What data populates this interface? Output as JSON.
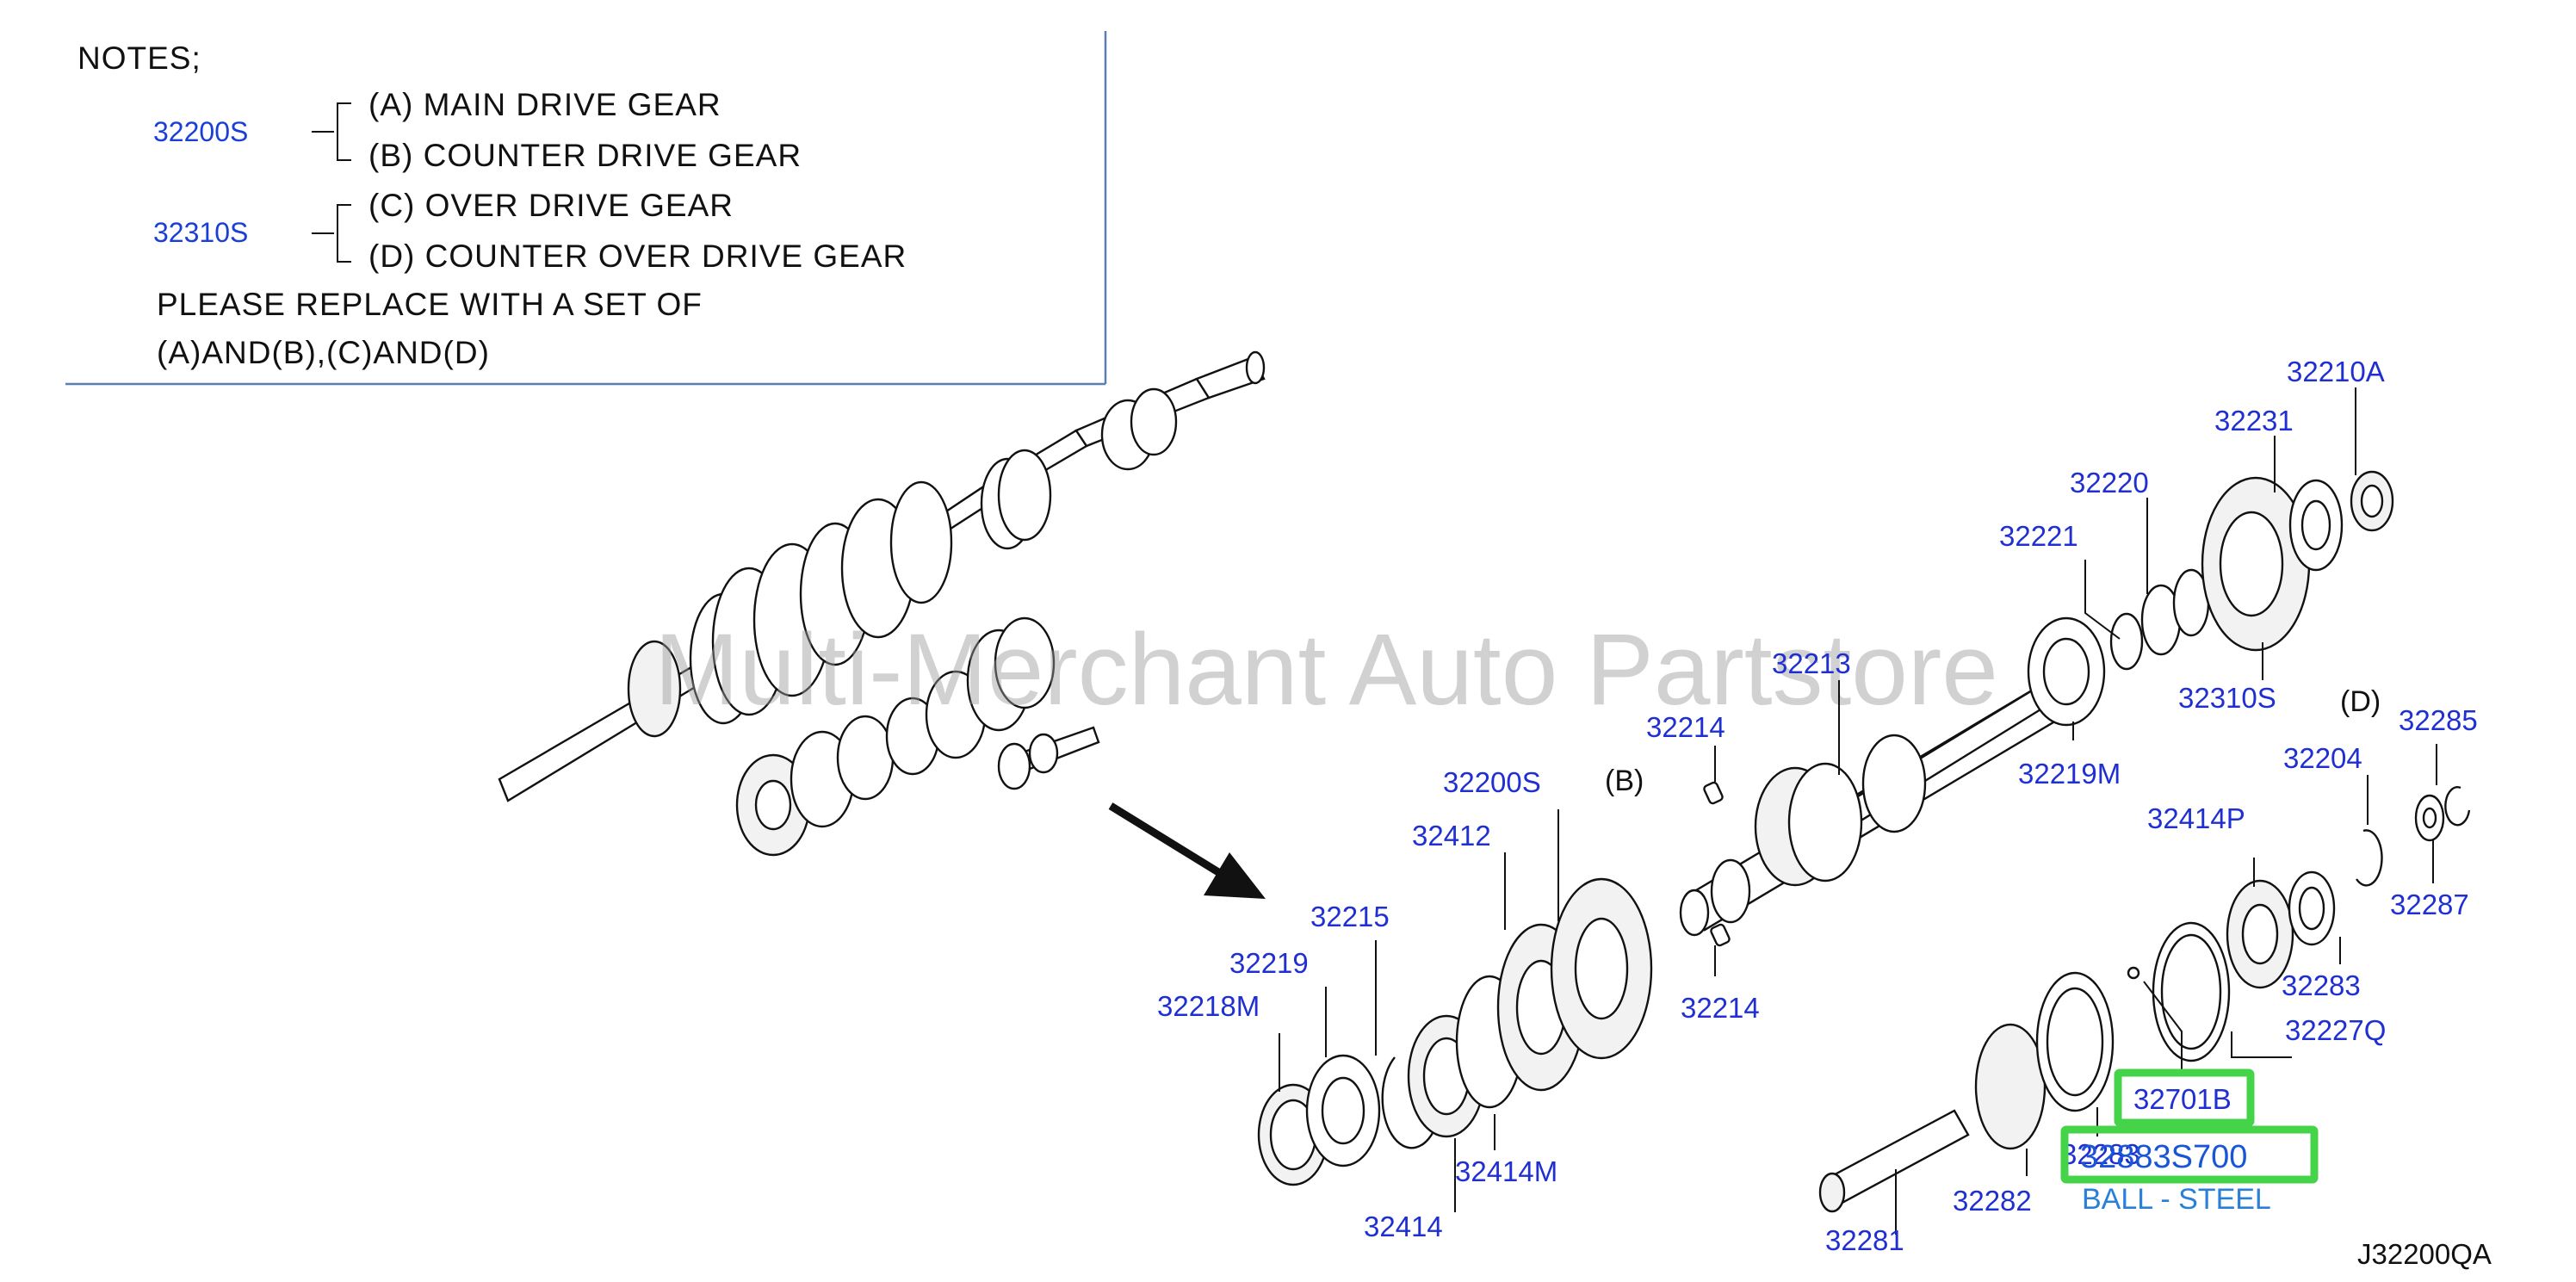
{
  "notes": {
    "heading": "NOTES;",
    "group1": {
      "ref": "32200S",
      "line_a": "(A)  MAIN  DRIVE  GEAR",
      "line_b": "(B)  COUNTER  DRIVE  GEAR"
    },
    "group2": {
      "ref": "32310S",
      "line_c": "(C)  OVER  DRIVE  GEAR",
      "line_d": "(D)  COUNTER  OVER  DRIVE  GEAR"
    },
    "replace_line1": "PLEASE  REPLACE  WITH  A  SET  OF",
    "replace_line2": "(A)AND(B),(C)AND(D)"
  },
  "watermark": "Multi-Merchant Auto Partstore",
  "callouts": {
    "c32210A": "32210A",
    "c32231": "32231",
    "c32220": "32220",
    "c32221": "32221",
    "c32213": "32213",
    "c32214_top": "32214",
    "c32214_bottom": "32214",
    "c32219M": "32219M",
    "c32310S": "32310S",
    "c32285": "32285",
    "c32204": "32204",
    "c32287": "32287",
    "c32200S": "32200S",
    "c32412": "32412",
    "c32215": "32215",
    "c32219": "32219",
    "c32218M": "32218M",
    "c32414M": "32414M",
    "c32414": "32414",
    "c32414P": "32414P",
    "c32283": "32283",
    "c32227Q": "32227Q",
    "c32281": "32281",
    "c32282": "32282",
    "c32283_lower": "32283"
  },
  "labels": {
    "B": "(B)",
    "D": "(D)"
  },
  "highlight": {
    "part_32701B": "32701B",
    "part_number": "32883S700",
    "part_desc": "BALL - STEEL"
  },
  "diagram_code": "J32200QA"
}
